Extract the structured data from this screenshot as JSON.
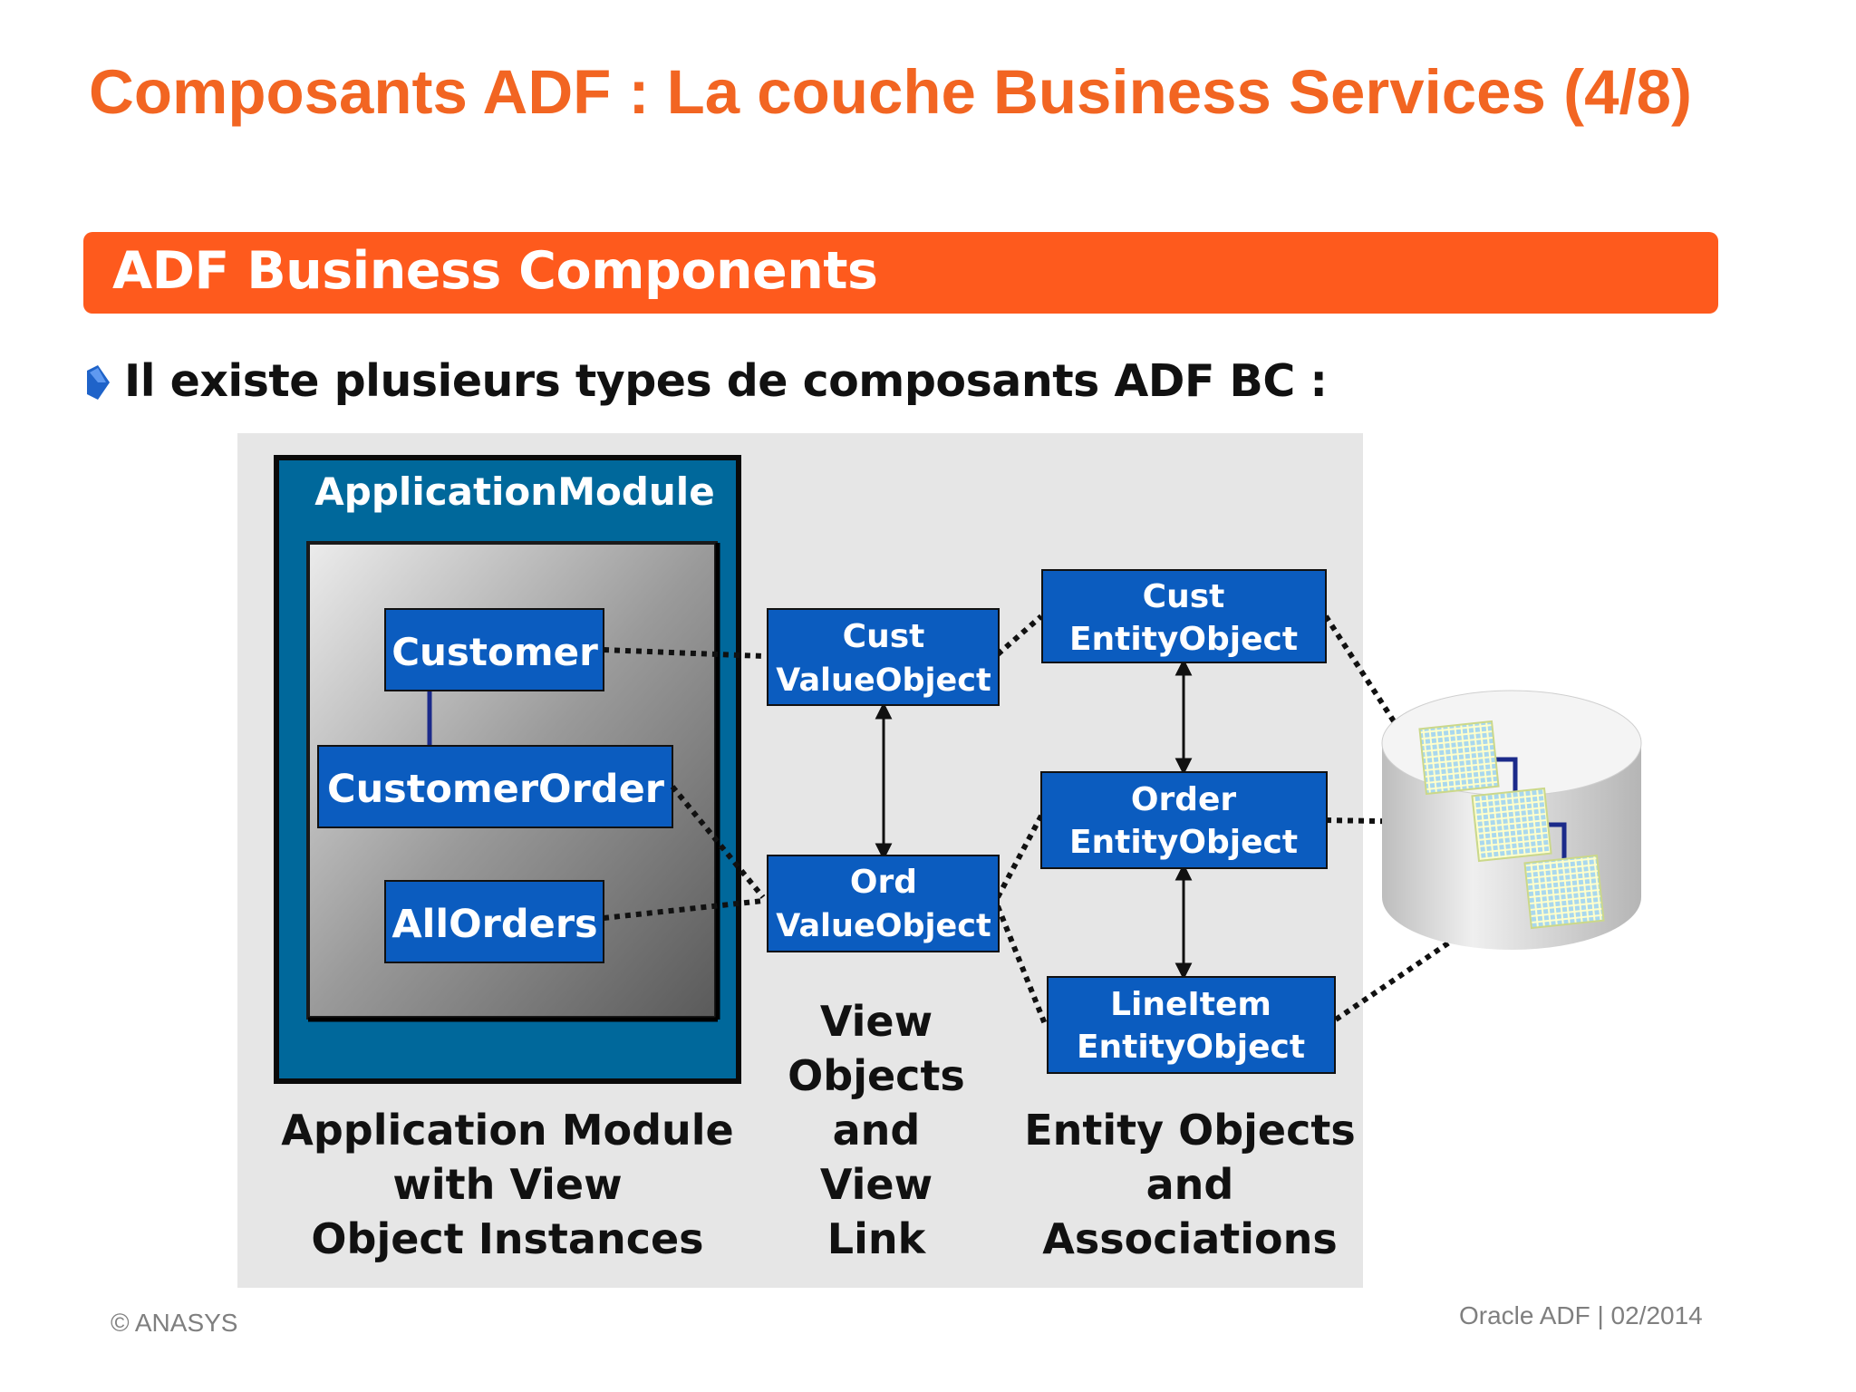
{
  "title": "Composants ADF : La couche Business Services (4/8)",
  "section_banner": "ADF Business Components",
  "bullet_text": "Il existe plusieurs types de composants ADF BC :",
  "diagram": {
    "application_module": {
      "title": "ApplicationModule",
      "instances": [
        "Customer",
        "CustomerOrder",
        "AllOrders"
      ]
    },
    "view_objects": {
      "cust": [
        "Cust",
        "ValueObject"
      ],
      "ord": [
        "Ord",
        "ValueObject"
      ]
    },
    "entity_objects": {
      "cust": [
        "Cust",
        "EntityObject"
      ],
      "order": [
        "Order",
        "EntityObject"
      ],
      "lineitem": [
        "LineItem",
        "EntityObject"
      ]
    },
    "captions": {
      "app_module": [
        "Application Module",
        "with View",
        "Object Instances"
      ],
      "view": [
        "View",
        "Objects",
        "and",
        "View",
        "Link"
      ],
      "entity": [
        "Entity Objects",
        "and",
        "Associations"
      ]
    }
  },
  "footer": {
    "copyright": "© ANASYS",
    "right": "Oracle ADF |  02/2014"
  },
  "colors": {
    "title": "#f26522",
    "banner": "#fe5a1d",
    "box_blue": "#0b5cbf",
    "module_frame": "#00689b",
    "panel": "#e6e6e6"
  }
}
